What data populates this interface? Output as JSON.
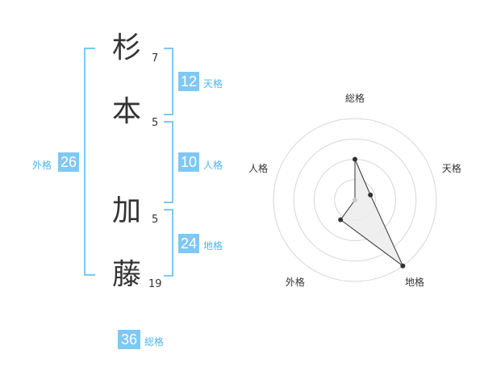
{
  "name": {
    "chars": [
      {
        "char": "杉",
        "strokes": "7"
      },
      {
        "char": "本",
        "strokes": "5"
      },
      {
        "char": "加",
        "strokes": "5"
      },
      {
        "char": "藤",
        "strokes": "19"
      }
    ]
  },
  "kakusu": {
    "tenkaku": {
      "value": "12",
      "label": "天格"
    },
    "jinkaku": {
      "value": "10",
      "label": "人格"
    },
    "chikaku": {
      "value": "24",
      "label": "地格"
    },
    "gaikaku": {
      "value": "26",
      "label": "外格"
    },
    "soukaku": {
      "value": "36",
      "label": "総格"
    }
  },
  "chart_data": {
    "type": "radar",
    "axes": [
      "総格",
      "天格",
      "地格",
      "外格",
      "人格"
    ],
    "values": [
      2.5,
      1,
      5,
      1.5,
      0
    ],
    "range": [
      0,
      5
    ],
    "rings": 4,
    "fill_color": "#ececec",
    "line_color": "#333333"
  }
}
